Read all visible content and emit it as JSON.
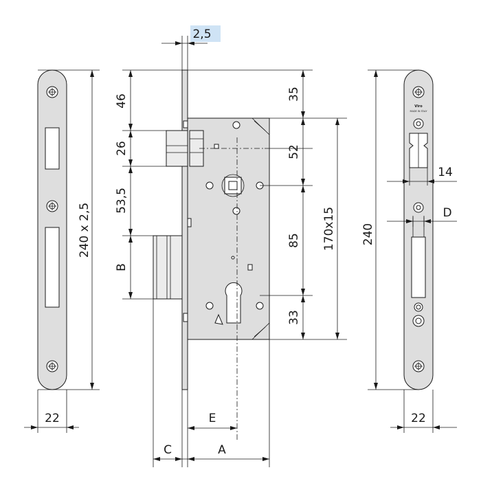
{
  "labels": {
    "faceplate_thickness": "2,5",
    "faceplate_size": "240 x 2,5",
    "faceplate_width_left": "22",
    "dim_46": "46",
    "dim_26": "26",
    "dim_53_5": "53,5",
    "dim_b": "B",
    "dim_35": "35",
    "dim_52": "52",
    "dim_85": "85",
    "dim_33": "33",
    "case_height": "170x15",
    "strike_length": "240",
    "strike_dim_14": "14",
    "strike_dim_d": "D",
    "strike_width_right": "22",
    "dim_e": "E",
    "dim_c": "C",
    "dim_a": "A",
    "brand": "Viro",
    "made_in": "MADE IN ITALY"
  },
  "colors": {
    "highlight": "#cfe3f5",
    "part_fill": "#dedede",
    "line": "#1a1a1a"
  }
}
